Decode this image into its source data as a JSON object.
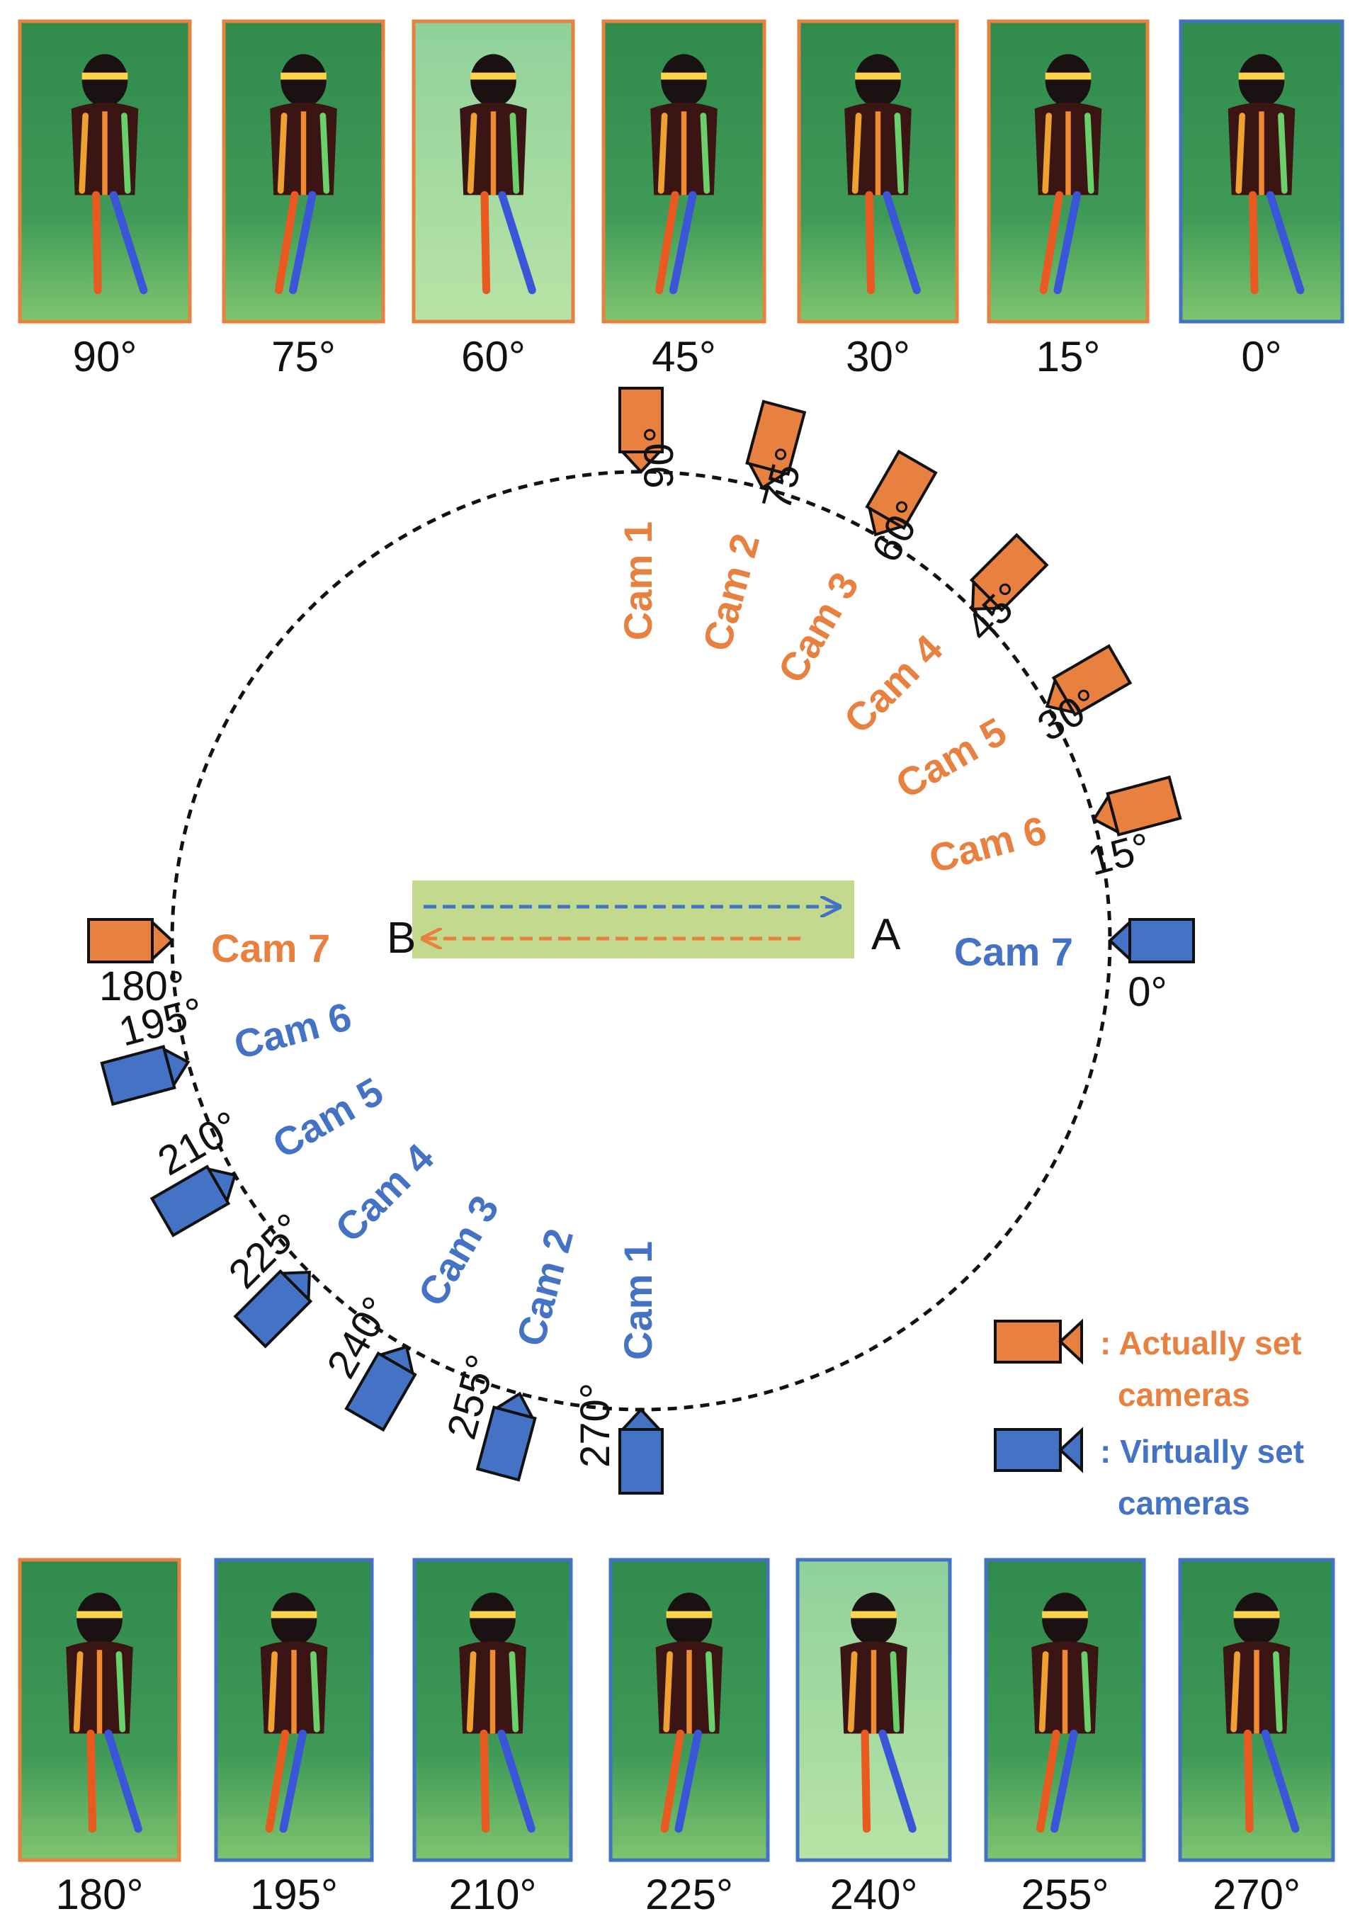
{
  "colors": {
    "actual": "#E8803F",
    "virtual": "#4472C4",
    "track": "#C2D98E",
    "circle": "#111111"
  },
  "top_row": [
    {
      "angle": "90°",
      "set": "actual"
    },
    {
      "angle": "75°",
      "set": "actual"
    },
    {
      "angle": "60°",
      "set": "actual"
    },
    {
      "angle": "45°",
      "set": "actual"
    },
    {
      "angle": "30°",
      "set": "actual"
    },
    {
      "angle": "15°",
      "set": "actual"
    },
    {
      "angle": "0°",
      "set": "virtual"
    }
  ],
  "bottom_row": [
    {
      "angle": "180°",
      "set": "actual"
    },
    {
      "angle": "195°",
      "set": "virtual"
    },
    {
      "angle": "210°",
      "set": "virtual"
    },
    {
      "angle": "225°",
      "set": "virtual"
    },
    {
      "angle": "240°",
      "set": "virtual"
    },
    {
      "angle": "255°",
      "set": "virtual"
    },
    {
      "angle": "270°",
      "set": "virtual"
    }
  ],
  "diagram": {
    "point_a": "A",
    "point_b": "B",
    "actual_cameras": [
      {
        "label": "Cam 1",
        "angle": "90°"
      },
      {
        "label": "Cam 2",
        "angle": "75°"
      },
      {
        "label": "Cam 3",
        "angle": "60°"
      },
      {
        "label": "Cam 4",
        "angle": "45°"
      },
      {
        "label": "Cam 5",
        "angle": "30°"
      },
      {
        "label": "Cam 6",
        "angle": "15°"
      },
      {
        "label": "Cam 7",
        "angle": "180°"
      }
    ],
    "virtual_cameras": [
      {
        "label": "Cam 7",
        "angle": "0°"
      },
      {
        "label": "Cam 6",
        "angle": "195°"
      },
      {
        "label": "Cam 5",
        "angle": "210°"
      },
      {
        "label": "Cam 4",
        "angle": "225°"
      },
      {
        "label": "Cam 3",
        "angle": "240°"
      },
      {
        "label": "Cam 2",
        "angle": "255°"
      },
      {
        "label": "Cam 1",
        "angle": "270°"
      }
    ]
  },
  "legend": {
    "actual_line1": ": Actually set",
    "actual_line2": "cameras",
    "virtual_line1": ": Virtually set",
    "virtual_line2": "cameras"
  },
  "icons": {
    "camera": "camera-icon",
    "walker": "walking-person-icon"
  }
}
